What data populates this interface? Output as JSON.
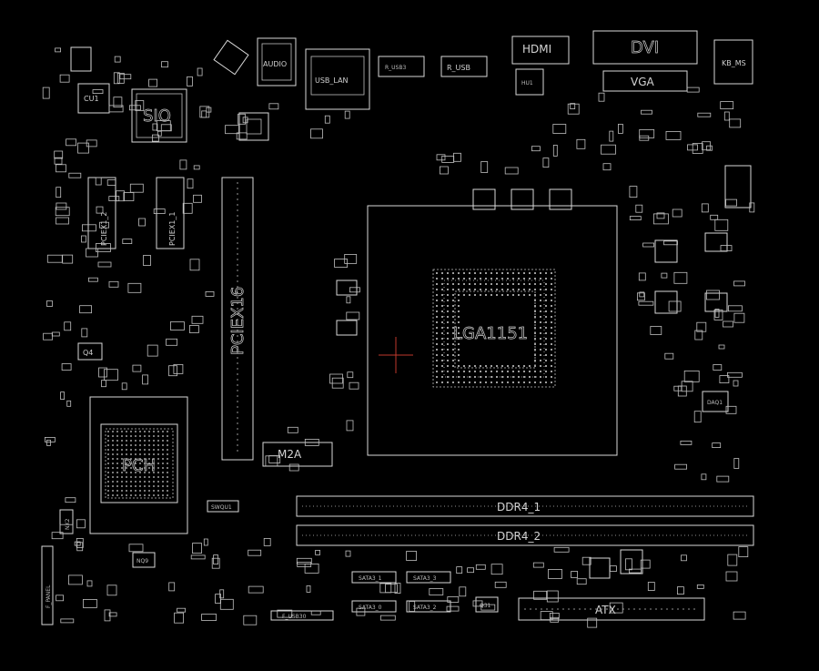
{
  "labels": {
    "sio": "SIO",
    "cu1": "CU1",
    "audio": "AUDIO",
    "usb_lan": "USB_LAN",
    "r_usb3": "R_USB3",
    "r_usb": "R_USB",
    "hdmi": "HDMI",
    "hu1": "HU1",
    "dvi": "DVI",
    "vga": "VGA",
    "kb_ms": "KB_MS",
    "pciex1_2": "PCIEX1_2",
    "pciex1_1": "PCIEX1_1",
    "pciex16": "PCIEX16",
    "lga": "LGA1151",
    "m2a": "M2A",
    "pch": "PCH",
    "q4": "Q4",
    "ddr4_1": "DDR4_1",
    "ddr4_2": "DDR4_2",
    "atx": "ATX",
    "sata3_1": "SATA3_1",
    "sata3_3": "SATA3_3",
    "sata3_0": "SATA3_0",
    "sata3_2": "SATA3_2",
    "q31": "Q31",
    "f_panel": "F_PANEL",
    "f_usb30": "F_USB30",
    "nx2": "NX2",
    "nq9": "NQ9",
    "daq1": "DAQ1",
    "swqu1": "SWQU1"
  },
  "colors": {
    "background": "#000000",
    "outline": "#d8d8d8",
    "crosshair": "#c0392b"
  }
}
